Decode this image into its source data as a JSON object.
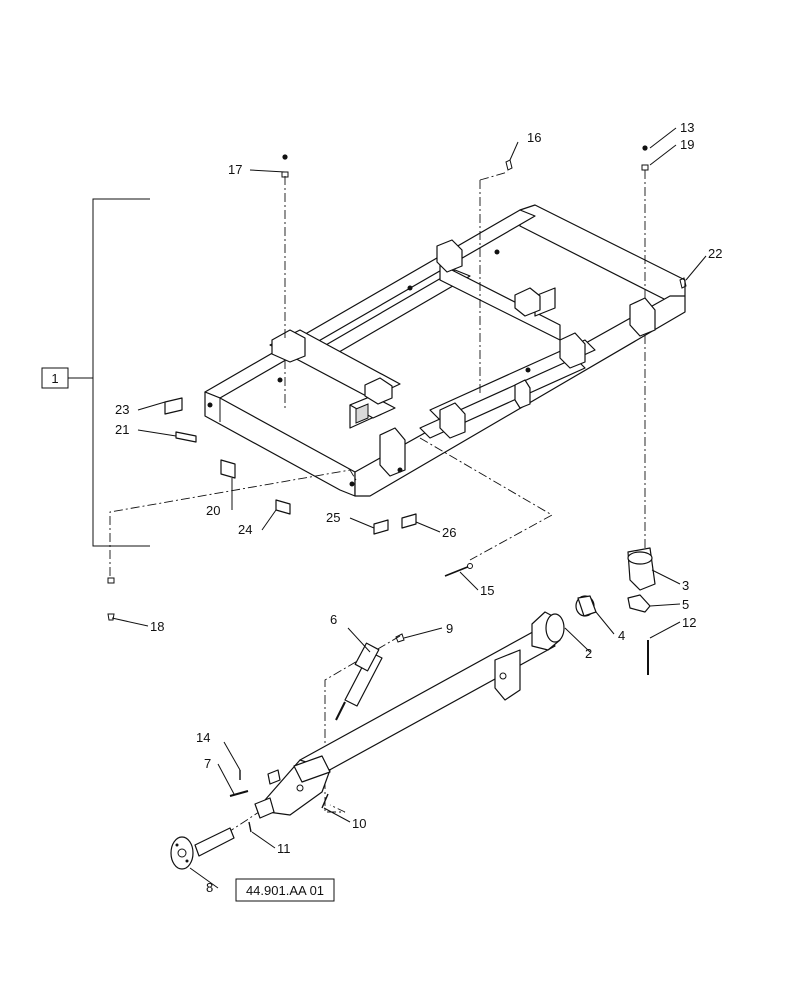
{
  "callouts": {
    "c1": "1",
    "c2": "2",
    "c3": "3",
    "c4": "4",
    "c5": "5",
    "c6": "6",
    "c7": "7",
    "c8": "8",
    "c9": "9",
    "c10": "10",
    "c11": "11",
    "c12": "12",
    "c13": "13",
    "c14": "14",
    "c15": "15",
    "c16": "16",
    "c17": "17",
    "c18": "18",
    "c19": "19",
    "c20": "20",
    "c21": "21",
    "c22": "22",
    "c23": "23",
    "c24": "24",
    "c25": "25",
    "c26": "26"
  },
  "reference": "44.901.AA 01"
}
